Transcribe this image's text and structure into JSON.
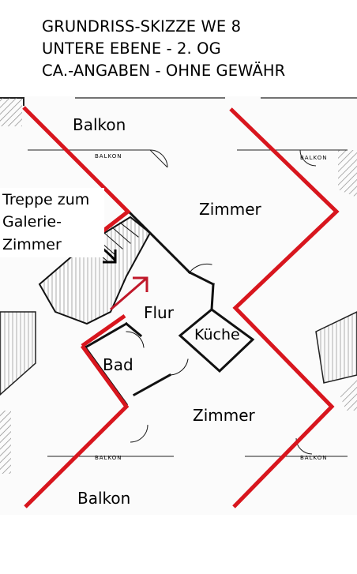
{
  "header": {
    "line1": "GRUNDRISS-SKIZZE WE 8",
    "line2": "UNTERE EBENE - 2. OG",
    "line3": "CA.-ANGABEN - OHNE GEWÄHR"
  },
  "rooms": {
    "balkon_top": "Balkon",
    "zimmer_top": "Zimmer",
    "flur": "Flur",
    "kueche": "Küche",
    "bad": "Bad",
    "zimmer_bottom": "Zimmer",
    "balkon_bottom": "Balkon"
  },
  "stair_note": {
    "line1": "Treppe zum",
    "line2": "Galerie-",
    "line3": "Zimmer"
  },
  "plan_marks": {
    "balkon_small_1": "BALKON",
    "balkon_small_2": "BALKON",
    "balkon_small_3": "BALKON",
    "balkon_small_4": "BALKON"
  },
  "colors": {
    "outline_red": "#d8161e",
    "wall_black": "#111111",
    "hatch_gray": "#9a9a9a"
  }
}
